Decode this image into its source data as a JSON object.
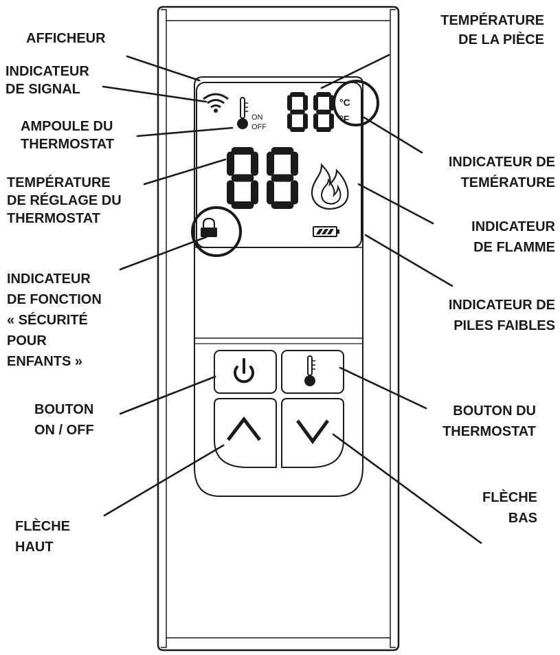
{
  "labels": {
    "afficheur": "AFFICHEUR",
    "signal": [
      "INDICATEUR",
      "DE SIGNAL"
    ],
    "ampoule": [
      "AMPOULE DU",
      "THERMOSTAT"
    ],
    "temp_reglage": [
      "TEMPÉRATURE",
      "DE RÉGLAGE DU",
      "THERMOSTAT"
    ],
    "securite": [
      "INDICATEUR",
      "DE FONCTION",
      "« SÉCURITÉ",
      "POUR",
      "ENFANTS »"
    ],
    "bouton_onoff": [
      "BOUTON",
      "ON / OFF"
    ],
    "fleche_haut": [
      "FLÈCHE",
      "HAUT"
    ],
    "temp_piece": [
      "TEMPÉRATURE",
      "DE LA PIÈCE"
    ],
    "indic_temperature": [
      "INDICATEUR DE",
      "TEMÉRATURE"
    ],
    "indic_flamme": [
      "INDICATEUR",
      "DE FLAMME"
    ],
    "piles": [
      "INDICATEUR DE",
      "PILES FAIBLES"
    ],
    "bouton_thermostat": [
      "BOUTON DU",
      "THERMOSTAT"
    ],
    "fleche_bas": [
      "FLÈCHE",
      "BAS"
    ]
  },
  "display": {
    "room_digits": "88",
    "set_digits": "88",
    "on_text": "ON",
    "off_text": "OFF",
    "celsius": "°C",
    "fahrenheit": "°F"
  },
  "icons": {
    "signal": "wifi-signal-icon",
    "thermostat_bulb": "thermometer-icon",
    "flame": "flame-icon",
    "lock": "padlock-icon",
    "battery": "battery-icon",
    "power": "power-icon",
    "up": "chevron-up-icon",
    "down": "chevron-down-icon"
  }
}
